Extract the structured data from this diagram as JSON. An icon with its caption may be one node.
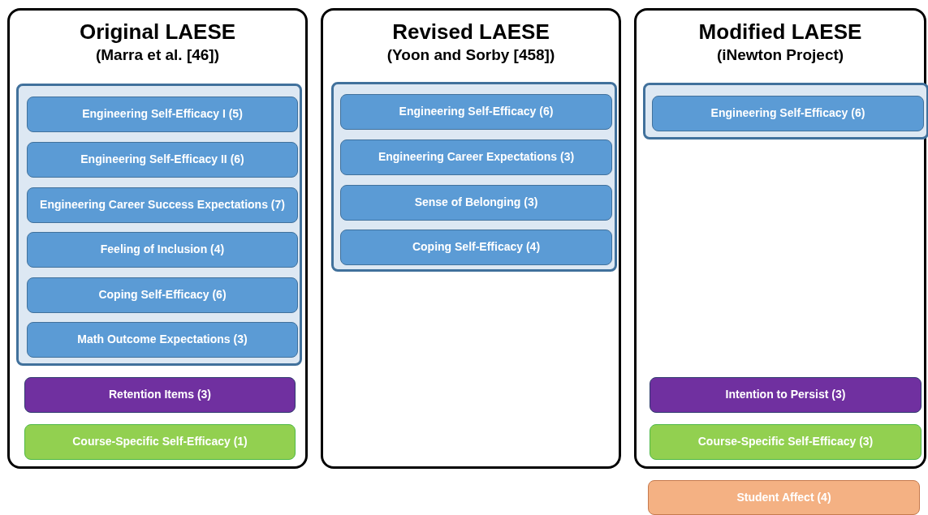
{
  "diagram": {
    "nodes": [
      {
        "text": [
          "Original LAESE",
          "(Marra et al. [46])"
        ]
      },
      {
        "text": [],
        "shape": "box",
        "in": 0
      },
      {
        "text": [
          "Engineering Self-Efficacy I (5)"
        ],
        "in": 1
      },
      {
        "text": [
          "Engineering Self-Efficacy II (6)"
        ],
        "in": 1
      },
      {
        "text": [
          "Engineering Career Success Expectations (7)"
        ],
        "in": 1
      },
      {
        "text": [
          "Feeling of Inclusion (4)"
        ],
        "in": 1
      },
      {
        "text": [
          "Coping Self-Efficacy (6)"
        ],
        "in": 1
      },
      {
        "text": [
          "Math Outcome Expectations (3)"
        ],
        "in": 1
      },
      {
        "text": [
          "Retention Items (3)"
        ],
        "in": 0
      },
      {
        "text": [
          "Course-Specific Self-Efficacy (1)"
        ],
        "in": 0
      },
      {
        "text": [
          "Revised LAESE",
          "(Yoon and Sorby [458])"
        ]
      },
      {
        "text": [],
        "shape": "box",
        "in": 10
      },
      {
        "text": [
          "Engineering Self-Efficacy (6)"
        ],
        "in": 11
      },
      {
        "text": [
          "Engineering Career Expectations (3)"
        ],
        "in": 11
      },
      {
        "text": [
          "Sense of Belonging (3)"
        ],
        "in": 11
      },
      {
        "text": [
          "Coping Self-Efficacy (4)"
        ],
        "in": 11
      },
      {
        "text": [
          "Modified LAESE",
          "(iNewton Project)"
        ]
      },
      {
        "text": [],
        "shape": "box",
        "in": 16
      },
      {
        "text": [
          "Engineering Self-Efficacy (6)"
        ],
        "in": 17
      },
      {
        "text": [
          "Intention to Persist (3)"
        ],
        "in": 16
      },
      {
        "text": [
          "Course-Specific Self-Efficacy (3)"
        ],
        "in": 16
      },
      {
        "text": [
          "Student Affect (4)"
        ]
      }
    ]
  }
}
